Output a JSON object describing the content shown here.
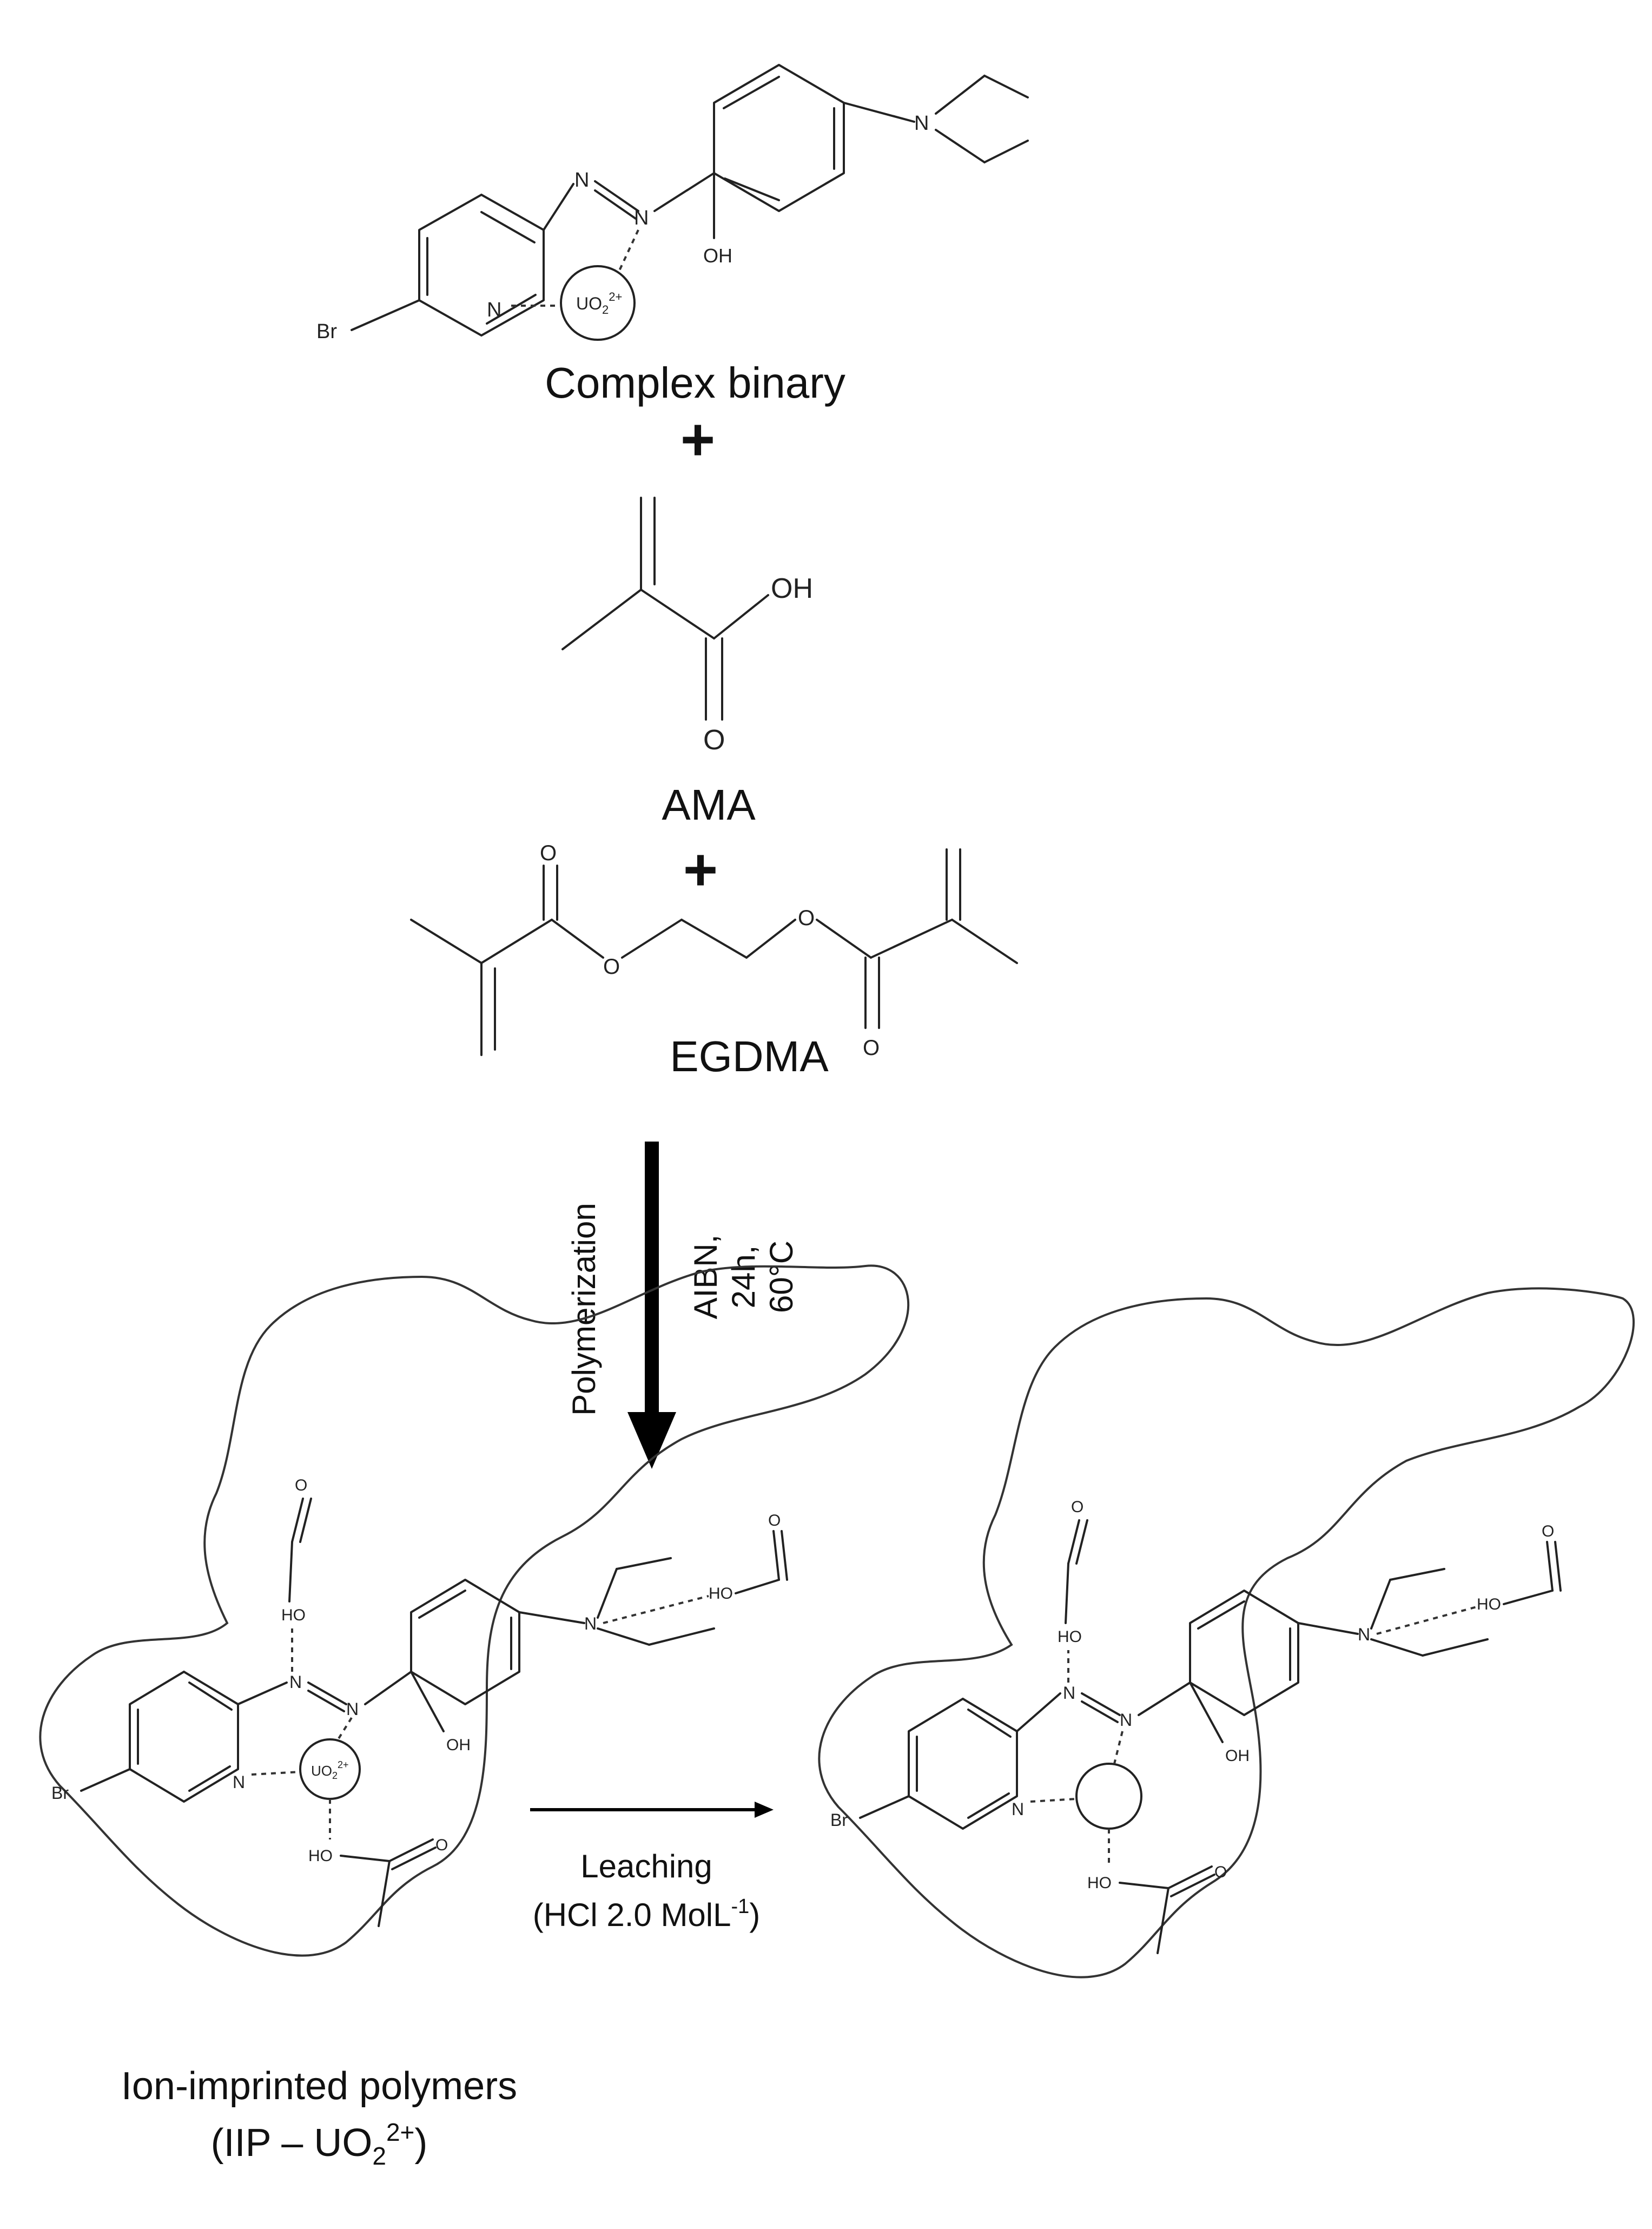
{
  "labels": {
    "complex": "Complex binary",
    "plus_1": "+",
    "ama": "AMA",
    "plus_2": "+",
    "egdma": "EGDMA",
    "polymerization": "Polymerization",
    "conditions": [
      "AIBN,",
      "24h,",
      "60°C"
    ],
    "leaching": "Leaching",
    "leaching_cond_pre": "(HCl 2.0 MolL",
    "leaching_cond_sup": "-1",
    "leaching_cond_post": ")",
    "iip_line1": "Ion-imprinted polymers",
    "iip_pre": "(IIP – UO",
    "iip_sub": "2",
    "iip_sup": "2+",
    "iip_post": ")"
  },
  "atoms": {
    "br": "Br",
    "n": "N",
    "oh": "OH",
    "ho": "HO",
    "o": "O",
    "uo2_base": "UO",
    "uo2_sub": "2",
    "uo2_sup": "2+"
  }
}
